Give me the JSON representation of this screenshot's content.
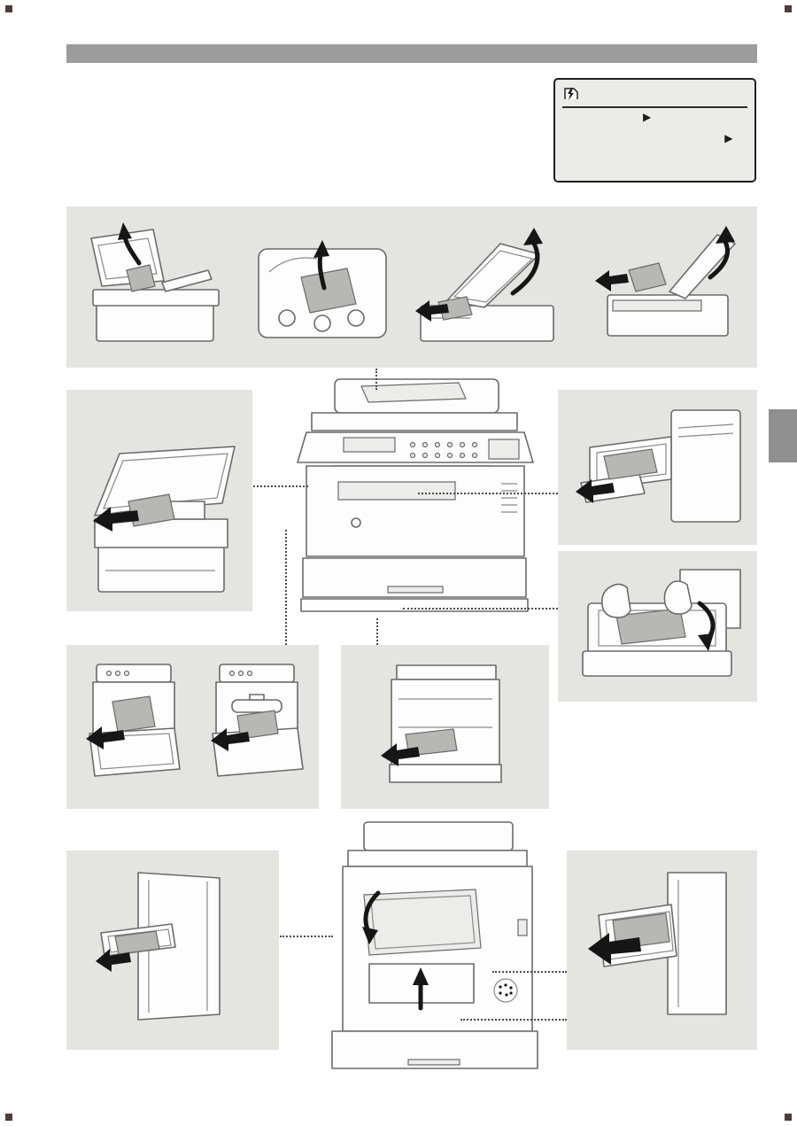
{
  "page": {
    "background": "#ffffff",
    "corner_mark_color": "#4e3c38"
  },
  "header_bar": {
    "color": "#9c9c9c"
  },
  "lcd_display": {
    "background": "#ebebe7",
    "border_color": "#1f1f1f",
    "jam_icon_name": "paper-jam-icon",
    "menu_arrows": [
      {
        "glyph": "▶"
      },
      {
        "glyph": "▶"
      }
    ]
  },
  "side_tab": {
    "color": "#8f8f8f"
  },
  "panels": {
    "background": "#e4e4e1",
    "sections": [
      {
        "name": "adf-jam-steps"
      },
      {
        "name": "toner-area-jam"
      },
      {
        "name": "output-tray-jam"
      },
      {
        "name": "paper-drawer-jam"
      },
      {
        "name": "front-cover-jam"
      },
      {
        "name": "manual-feed-jam"
      },
      {
        "name": "rear-output-jam"
      },
      {
        "name": "rear-duplex-jam"
      }
    ]
  }
}
